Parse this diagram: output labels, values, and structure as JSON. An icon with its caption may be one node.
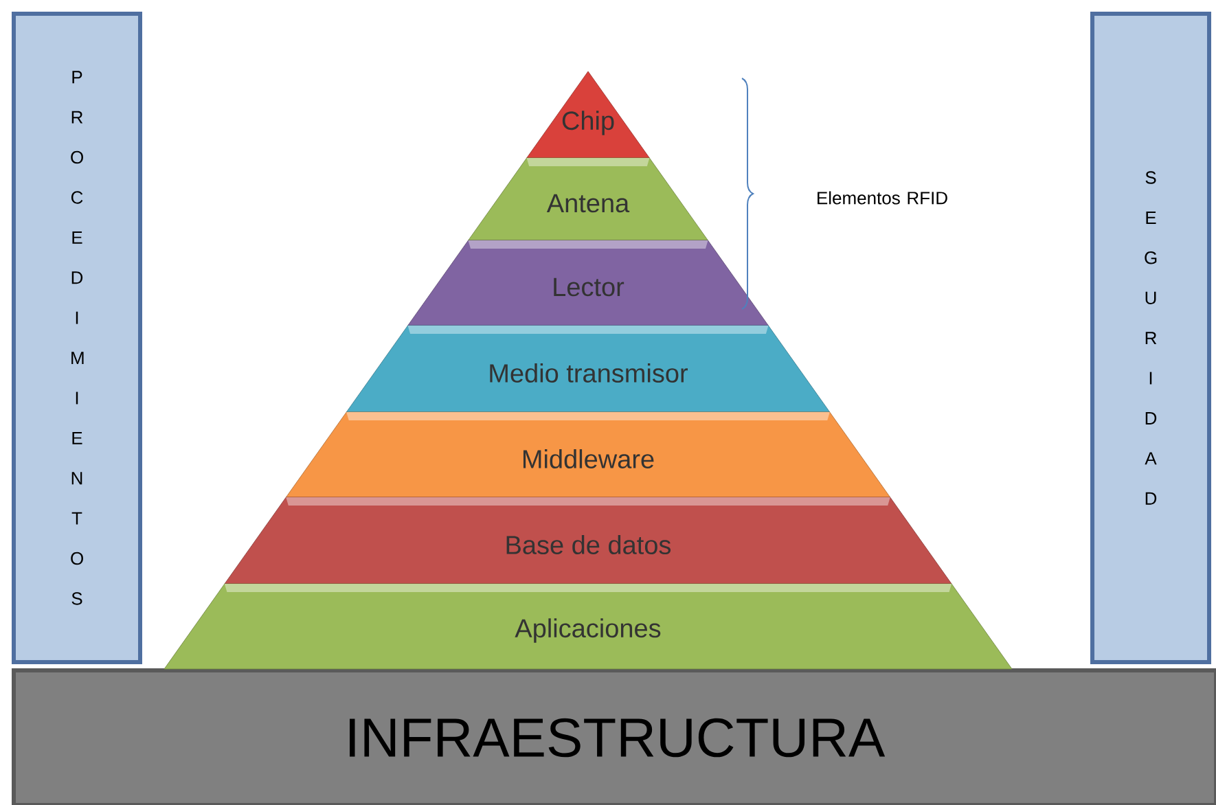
{
  "diagram": {
    "nodes": [
      {
        "text": [
          "P R O C E D I M I E N T O S"
        ]
      },
      {
        "text": [
          "S E G U R I D A D"
        ]
      },
      {
        "text": [
          "INFRAESTRUCTURA"
        ]
      },
      {
        "text": [
          "Chip"
        ]
      },
      {
        "text": [
          "Antena"
        ]
      },
      {
        "text": [
          "Lector"
        ]
      },
      {
        "text": [
          "Medio transmisor"
        ]
      },
      {
        "text": [
          "Middleware"
        ]
      },
      {
        "text": [
          "Base de datos"
        ]
      },
      {
        "text": [
          "Aplicaciones"
        ]
      }
    ],
    "labels": [
      "Elementos RFID"
    ]
  }
}
